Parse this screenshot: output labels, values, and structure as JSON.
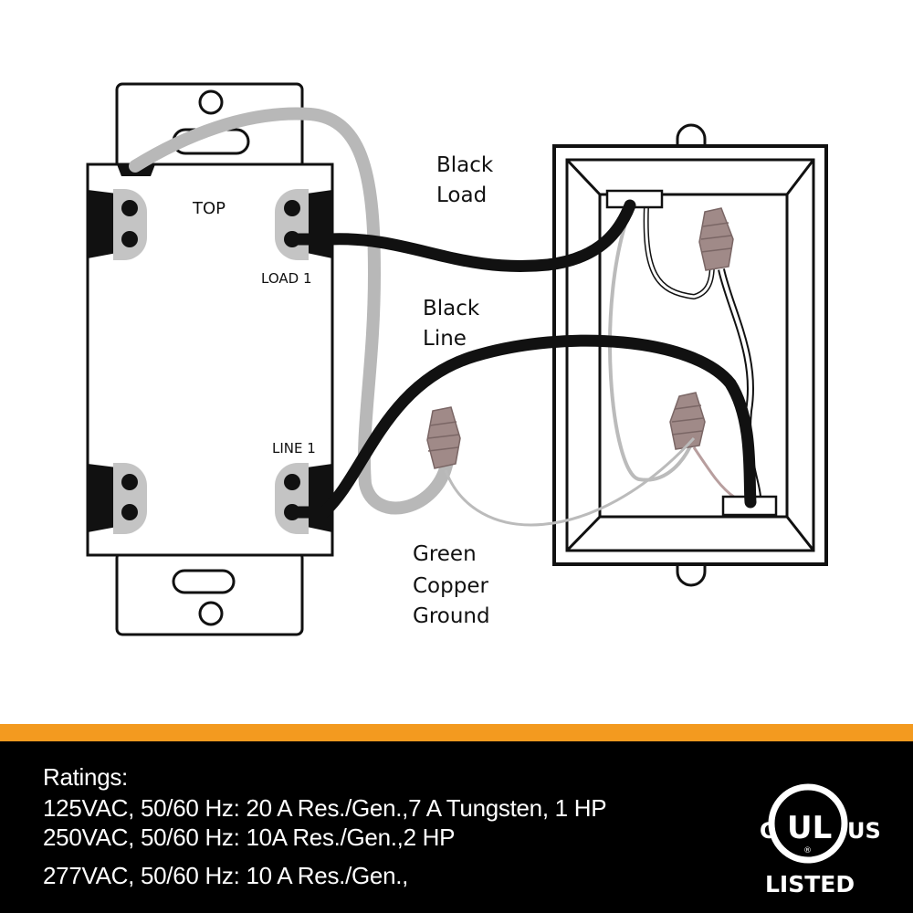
{
  "diagram": {
    "switch": {
      "top_label": "TOP",
      "load_terminal": "LOAD 1",
      "line_terminal": "LINE 1"
    },
    "wires": {
      "load": [
        "Black",
        "Load"
      ],
      "line": [
        "Black",
        "Line"
      ],
      "ground": [
        "Green",
        "Copper",
        "Ground"
      ]
    },
    "colors": {
      "band": "#f39a1f",
      "footer": "#000000",
      "ground_wire": "#b8b8b8",
      "wire_nut": "#a08a88"
    }
  },
  "ratings": {
    "title": "Ratings:",
    "lines": [
      "125VAC, 50/60 Hz: 20 A Res./Gen.,7 A Tungsten, 1 HP",
      "250VAC, 50/60 Hz: 10A Res./Gen.,2 HP",
      "277VAC, 50/60 Hz: 10 A Res./Gen.,"
    ]
  },
  "certification": {
    "left": "C",
    "mark": "UL",
    "right": "US",
    "bottom": "LISTED",
    "registered": "®"
  }
}
